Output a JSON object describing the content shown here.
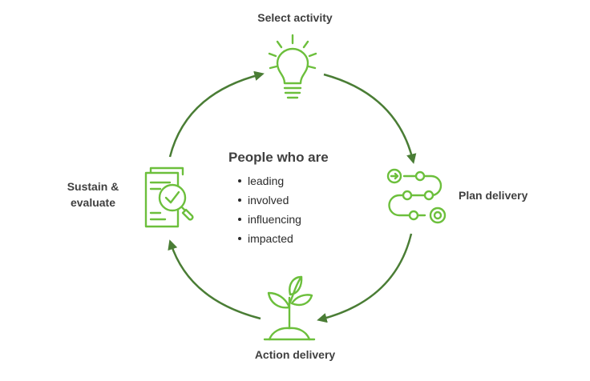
{
  "steps": {
    "select": "Select activity",
    "plan": "Plan delivery",
    "action": "Action delivery",
    "sustain_line1": "Sustain &",
    "sustain_line2": "evaluate"
  },
  "center": {
    "title": "People who are",
    "items": [
      "leading",
      "involved",
      "influencing",
      "impacted"
    ]
  },
  "icons": {
    "top": "lightbulb-icon",
    "right": "path-route-icon",
    "bottom": "seedling-icon",
    "left": "document-magnifier-check-icon"
  },
  "colors": {
    "arrow": "#4a7d35",
    "icon": "#6cbf3c",
    "text": "#404040"
  }
}
